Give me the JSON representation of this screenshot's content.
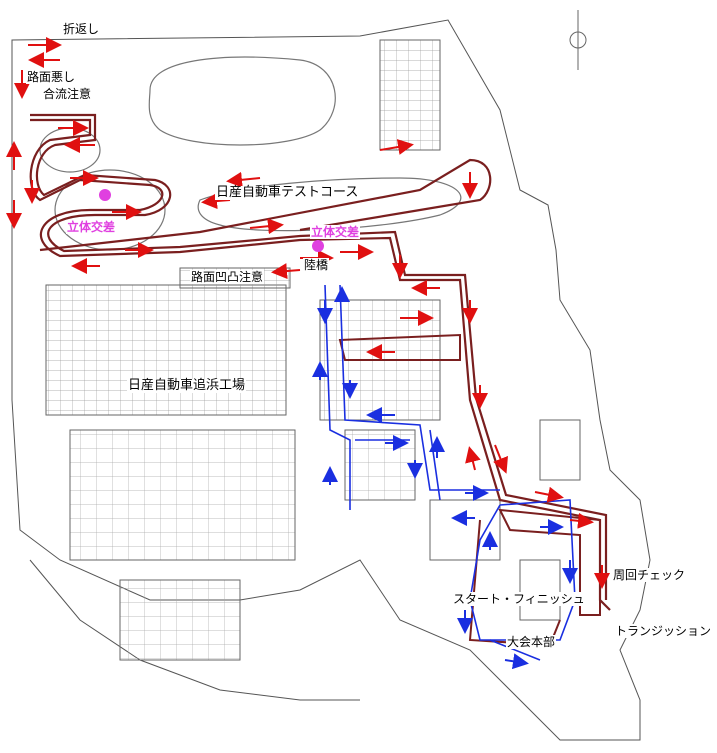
{
  "labels": {
    "turnaround": "折返し",
    "rough_road": "路面悪し",
    "merge_caution": "合流注意",
    "test_course": "日産自動車テストコース",
    "crossing_left": "立体交差",
    "crossing_right": "立体交差",
    "bridge": "陸橋",
    "road_bumps": "路面凹凸注意",
    "factory": "日産自動車追浜工場",
    "lap_check": "周回チェック",
    "start_finish": "スタート・フィニッシュ",
    "hq": "大会本部",
    "transition": "トランジッション"
  },
  "colors": {
    "red_route": "#e01010",
    "blue_route": "#1a2fe0",
    "marker": "#e040e0",
    "road_dark": "#7a1f1f",
    "base_line": "#555555"
  },
  "icons": {
    "compass": "north-arrow-icon"
  }
}
